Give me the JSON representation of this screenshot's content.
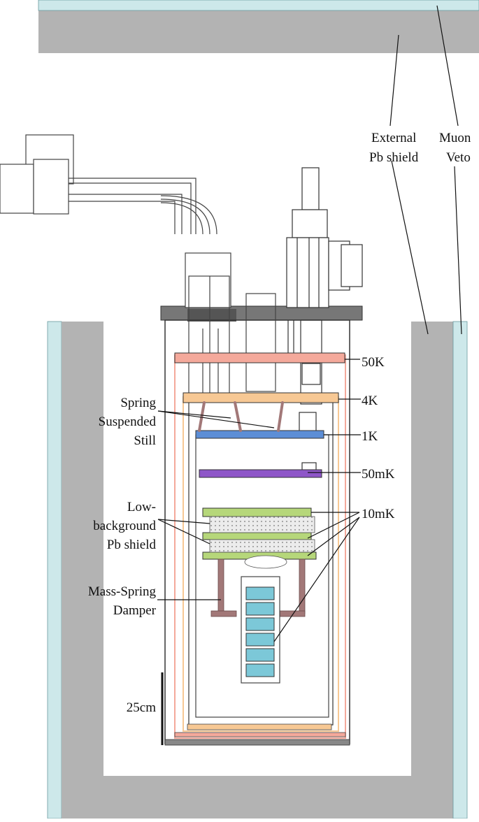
{
  "labels": {
    "external_pb_line1": "External",
    "external_pb_line2": "Pb shield",
    "muon_veto_line1": "Muon",
    "muon_veto_line2": "Veto",
    "temp_50k": "50K",
    "temp_4k": "4K",
    "temp_1k": "1K",
    "temp_50mk": "50mK",
    "temp_10mk": "10mK",
    "spring_line1": "Spring",
    "spring_line2": "Suspended",
    "spring_line3": "Still",
    "lowbg_line1": "Low-",
    "lowbg_line2": "background",
    "lowbg_line3": "Pb shield",
    "damper_line1": "Mass-Spring",
    "damper_line2": "Damper",
    "scale_bar": "25cm"
  },
  "colors": {
    "lead_shield": "#b3b3b3",
    "muon_veto": "#cde8ea",
    "stage_50k": "#f4a99b",
    "stage_4k": "#f7c894",
    "stage_1k": "#5c8ed6",
    "stage_50mk": "#8e56c8",
    "stage_10mk": "#b6d77a",
    "detector": "#7cc8d8",
    "spring": "#a27878",
    "outline": "#333333"
  },
  "icons": {
    "pulse_tube": "pulse-tube-cooler-icon",
    "spring": "spring-icon",
    "detector_tower": "detector-tower-icon"
  }
}
